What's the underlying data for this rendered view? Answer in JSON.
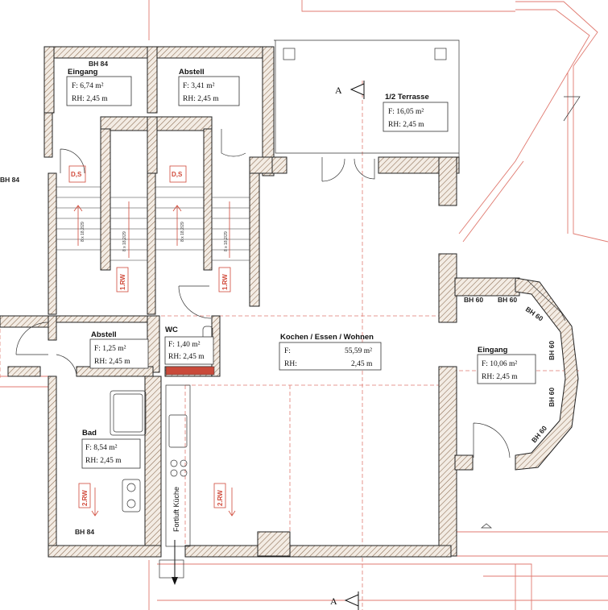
{
  "rooms": {
    "eingang_left": {
      "title": "Eingang",
      "area": "F:  6,74 m²",
      "height": "RH: 2,45 m"
    },
    "abstell_top": {
      "title": "Abstell",
      "area": "F:  3,41 m²",
      "height": "RH: 2,45 m"
    },
    "terrasse": {
      "title": "1/2 Terrasse",
      "area": "F:  16,05 m²",
      "height": "RH: 2,45 m"
    },
    "abstell_mid": {
      "title": "Abstell",
      "area": "F:  1,25 m²",
      "height": "RH: 2,45 m"
    },
    "wc": {
      "title": "WC",
      "area": "F:  1,40 m²",
      "height": "RH: 2,45 m"
    },
    "kochen": {
      "title": "Kochen / Essen / Wohnen",
      "area_label": "F:",
      "area_value": "55,59 m²",
      "height_label": "RH:",
      "height_value": "2,45 m"
    },
    "eingang_right": {
      "title": "Eingang",
      "area": "F:  10,06 m²",
      "height": "RH: 2,45 m"
    },
    "bad": {
      "title": "Bad",
      "area": "F:  8,54 m²",
      "height": "RH: 2,45 m"
    }
  },
  "labels": {
    "bh84_top": "BH 84",
    "bh84_left": "BH 84",
    "bh84_bottom": "BH 84",
    "bh60_1": "BH 60",
    "bh60_2": "BH 60",
    "bh60_3": "BH 60",
    "bh60_4": "BH 60",
    "bh60_5": "BH 60",
    "bh60_6": "BH 60",
    "section_top": "A",
    "section_bottom": "A",
    "ds1": "D,S",
    "ds2": "D,S",
    "rw1": "1.RW",
    "rw2": "1.RW",
    "rw3": "2.RW",
    "rw4": "2.RW",
    "stair1": "8 x 18,2/29",
    "stair2": "8 x 18,2/29",
    "stair3": "8 x 18,2/29",
    "stair4": "8 x 18,2/29",
    "fortluft": "Fortluft Küche"
  },
  "colors": {
    "wall_hatch": "#b08a6a",
    "red_lines": "#e07a70",
    "red_text": "#d14a3a",
    "ink": "#222222"
  }
}
